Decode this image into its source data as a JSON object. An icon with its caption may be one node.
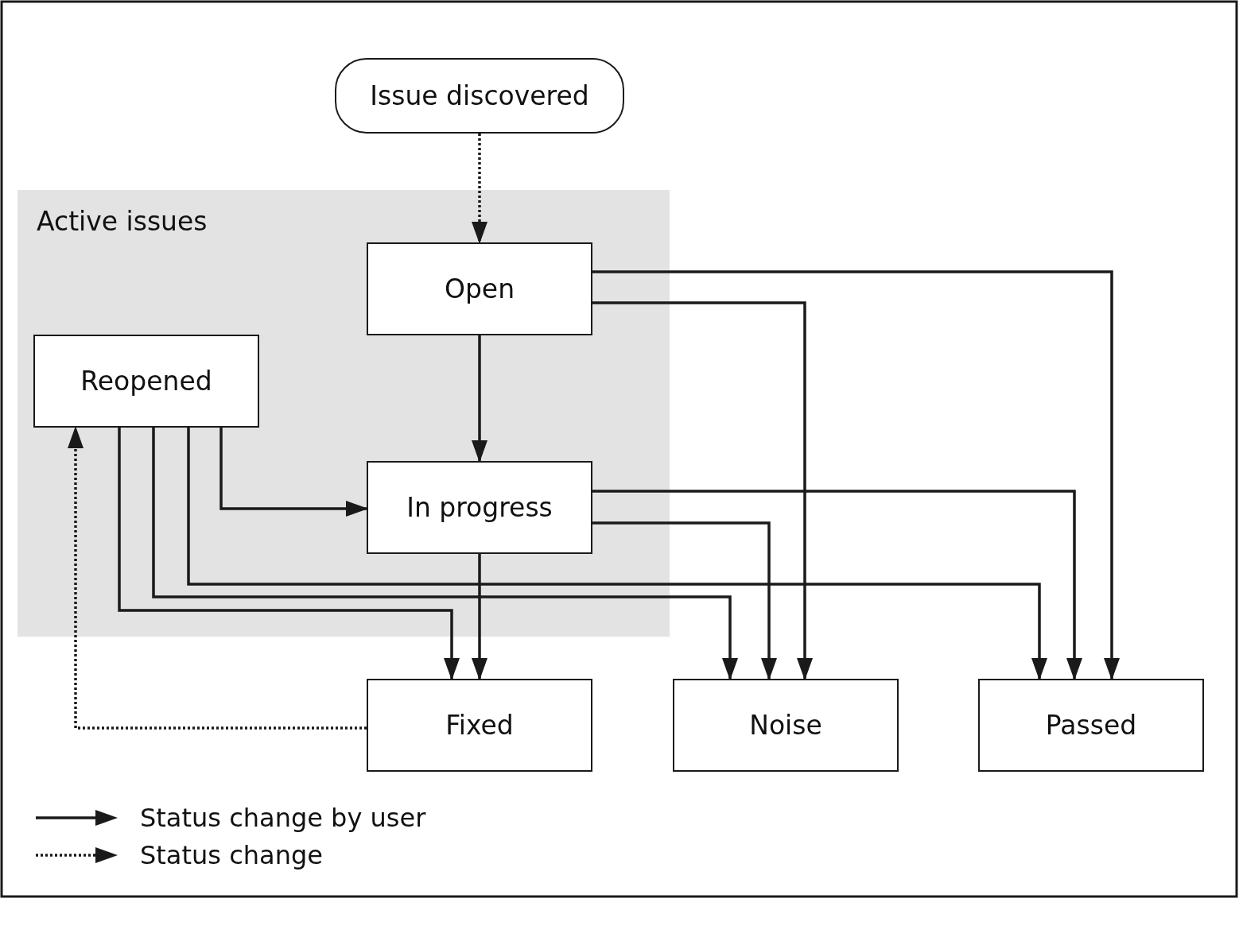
{
  "diagram": {
    "nodes": [
      {
        "text": [
          "Issue discovered"
        ]
      },
      {
        "text": [
          "Active issues"
        ]
      },
      {
        "text": [
          "Open"
        ],
        "in": 1
      },
      {
        "text": [
          "Reopened"
        ],
        "in": 1
      },
      {
        "text": [
          "In progress"
        ],
        "in": 1
      },
      {
        "text": [
          "Fixed"
        ]
      },
      {
        "text": [
          "Noise"
        ]
      },
      {
        "text": [
          "Passed"
        ]
      }
    ],
    "edges": [
      {
        "from": 0,
        "to": 2,
        "arrow": "to",
        "style": "dashed"
      },
      {
        "from": 2,
        "to": 4,
        "arrow": "to"
      },
      {
        "from": 2,
        "to": 7,
        "arrow": "to"
      },
      {
        "from": 2,
        "to": 6,
        "arrow": "to"
      },
      {
        "from": 4,
        "to": 7,
        "arrow": "to"
      },
      {
        "from": 4,
        "to": 6,
        "arrow": "to"
      },
      {
        "from": 4,
        "to": 5,
        "arrow": "to"
      },
      {
        "from": 3,
        "to": 4,
        "arrow": "to"
      },
      {
        "from": 3,
        "to": 5,
        "arrow": "to"
      },
      {
        "from": 3,
        "to": 6,
        "arrow": "to"
      },
      {
        "from": 3,
        "to": 7,
        "arrow": "to"
      },
      {
        "from": 5,
        "to": 3,
        "arrow": "to",
        "style": "dashed"
      }
    ],
    "legend": [
      {
        "text": "Status change by user"
      },
      {
        "text": "Status change"
      }
    ]
  }
}
